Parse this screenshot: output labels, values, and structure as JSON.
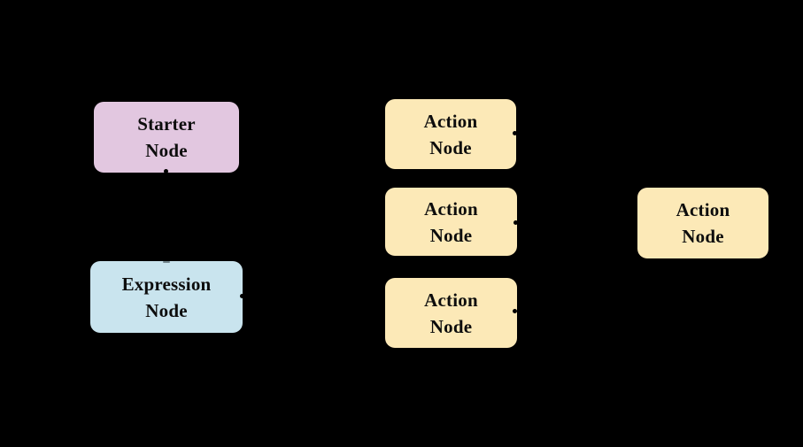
{
  "figure": {
    "background_color": "#000000",
    "text_color": "#0d0d0d"
  },
  "nodes": [
    {
      "id": "starter-node",
      "label": "Starter\nNode",
      "type": "starter",
      "color": "#e2c7e0"
    },
    {
      "id": "expression-node",
      "label": "Expression\nNode",
      "type": "expression",
      "color": "#c9e4ee"
    },
    {
      "id": "action-node-1",
      "label": "Action\nNode",
      "type": "action",
      "color": "#fce9b7"
    },
    {
      "id": "action-node-2",
      "label": "Action\nNode",
      "type": "action",
      "color": "#fce9b7"
    },
    {
      "id": "action-node-3",
      "label": "Action\nNode",
      "type": "action",
      "color": "#fce9b7"
    },
    {
      "id": "action-node-4",
      "label": "Action\nNode",
      "type": "action",
      "color": "#fce9b7"
    }
  ],
  "connector_dots": {
    "color": "#000000",
    "points": [
      {
        "attach": "starter-node-bottom"
      },
      {
        "attach": "expression-node-top"
      },
      {
        "attach": "expression-node-right"
      },
      {
        "attach": "action-node-1-right"
      },
      {
        "attach": "action-node-2-right"
      },
      {
        "attach": "action-node-3-right"
      }
    ]
  }
}
